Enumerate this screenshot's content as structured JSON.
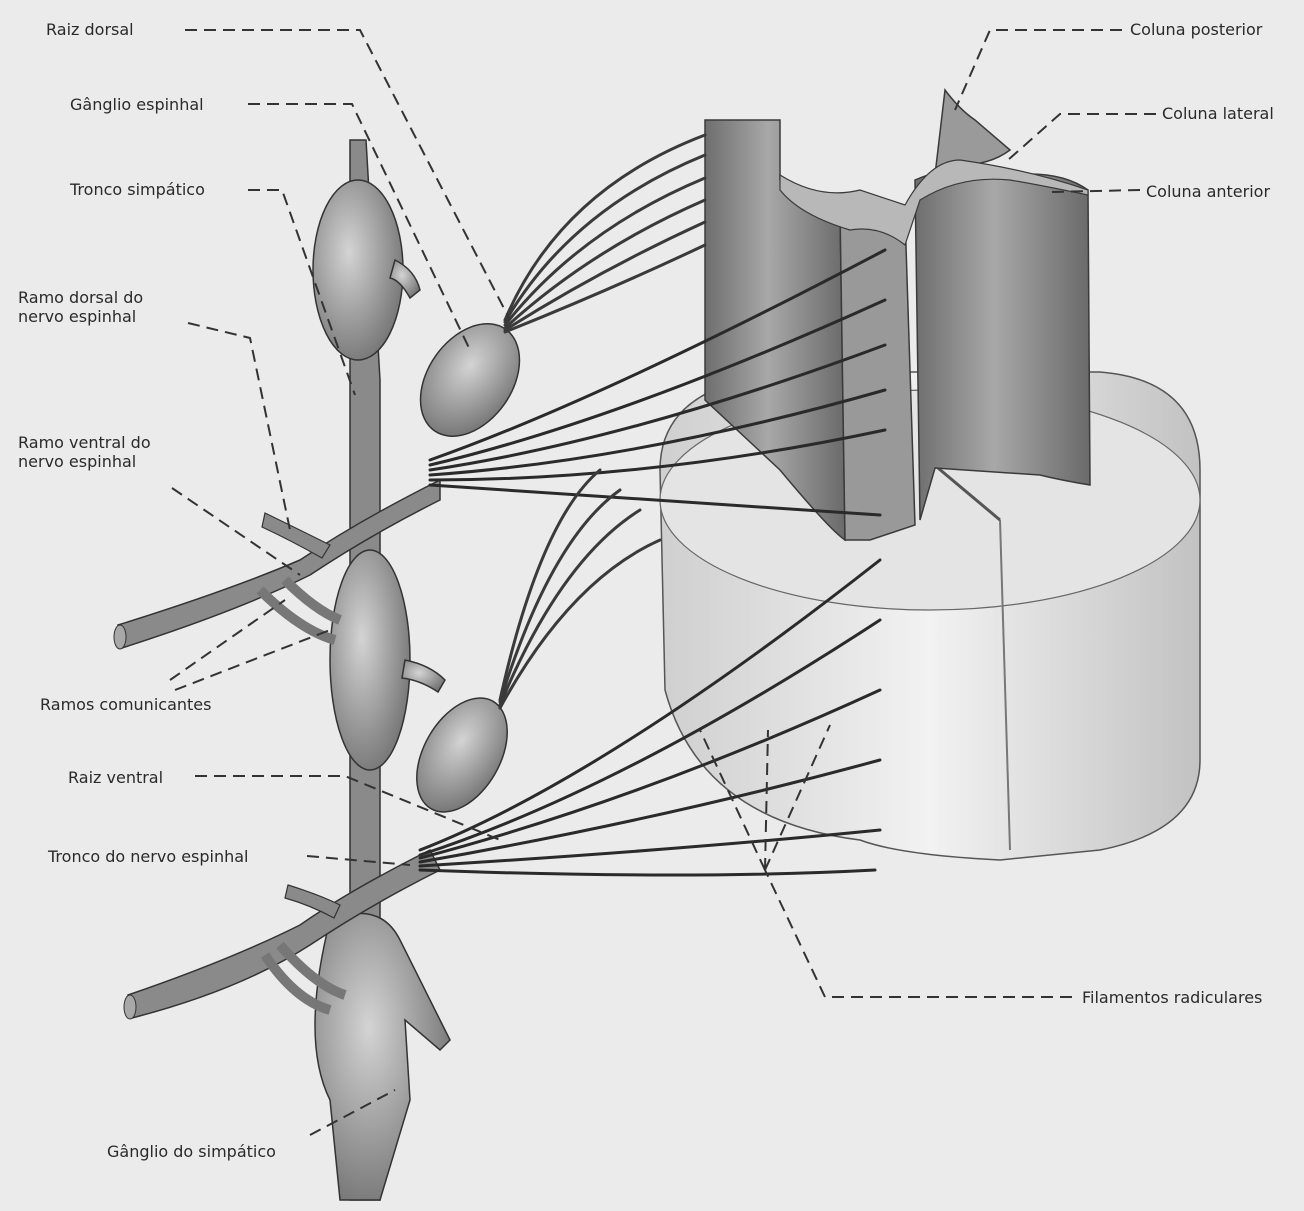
{
  "labels": {
    "raiz_dorsal": "Raiz dorsal",
    "ganglio_espinhal": "Gânglio espinhal",
    "tronco_simpatico": "Tronco simpático",
    "ramo_dorsal": "Ramo dorsal do nervo espinhal",
    "ramo_ventral": "Ramo ventral do nervo espinhal",
    "ramos_comunicantes": "Ramos comunicantes",
    "raiz_ventral": "Raiz ventral",
    "tronco_nervo": "Tronco do nervo espinhal",
    "ganglio_simpatico": "Gânglio do simpático",
    "coluna_posterior": "Coluna posterior",
    "coluna_lateral": "Coluna lateral",
    "coluna_anterior": "Coluna anterior",
    "filamentos": "Filamentos radiculares"
  },
  "colors": {
    "background": "#ebebeb",
    "white_matter": "#d9d9d9",
    "gray_matter": "#8c8c8c",
    "nerve": "#7a7a7a",
    "nerve_dark": "#2e2e2e",
    "leader": "#333333"
  }
}
